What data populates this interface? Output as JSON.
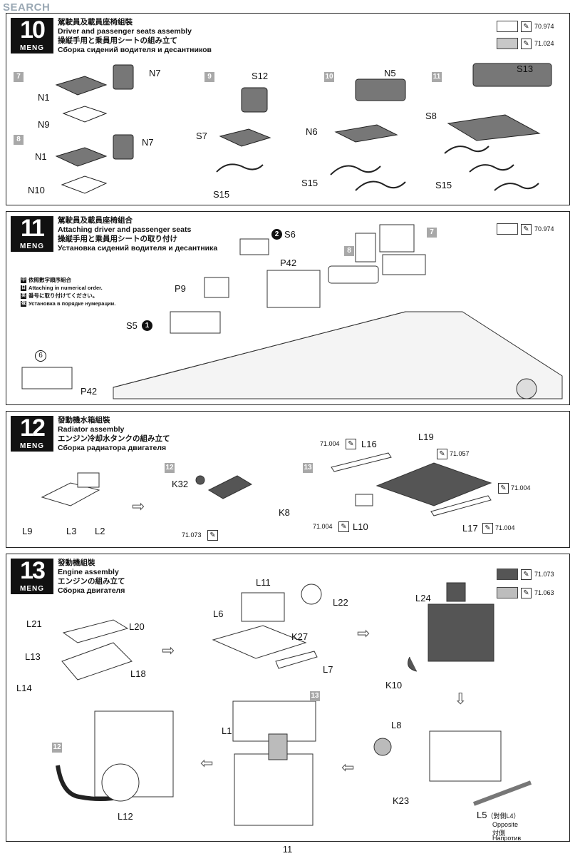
{
  "watermark": "SEARCH",
  "steps": [
    {
      "number": "10",
      "logo": "MENG",
      "title_cn": "駕駛員及載員座椅組裝",
      "title_en": "Driver and passenger seats assembly",
      "title_jp": "操縦手用と乗員用シートの組み立て",
      "title_ru": "Сборка сидений водителя и десантников",
      "paints": [
        {
          "code": "70.974",
          "swatch": "#ffffff"
        },
        {
          "code": "71.024",
          "swatch": "#c8c8c8"
        }
      ],
      "substeps": [
        "7",
        "8",
        "9",
        "10",
        "11"
      ],
      "labels": {
        "s7": [
          "N7",
          "N1",
          "N9"
        ],
        "s8": [
          "N7",
          "N1",
          "N10"
        ],
        "s9": [
          "S12",
          "S7",
          "S15"
        ],
        "s10": [
          "N5",
          "N6",
          "S15"
        ],
        "s11": [
          "S13",
          "S8",
          "S15"
        ]
      }
    },
    {
      "number": "11",
      "logo": "MENG",
      "title_cn": "駕駛員及載員座椅組合",
      "title_en": "Attaching driver and passenger seats",
      "title_jp": "操縦手用と乗員用シートの取り付け",
      "title_ru": "Установка сидений водителя и десантника",
      "paints": [
        {
          "code": "70.974",
          "swatch": "#ffffff"
        }
      ],
      "order_note": [
        {
          "key": "中",
          "text": "依照數字順序組合"
        },
        {
          "key": "日",
          "text": "Attaching in numerical order."
        },
        {
          "key": "英",
          "text": "番号に取り付けてください。"
        },
        {
          "key": "俄",
          "text": "Установка в порядке нумерации."
        }
      ],
      "labels": {
        "p9": "P9",
        "s5": "S5",
        "s6": "S6",
        "p42": "P42",
        "p42b": "P42",
        "sub8": "8",
        "sub7": "7"
      },
      "circles": {
        "s5": "1",
        "s6": "2",
        "p42box": "6"
      }
    },
    {
      "number": "12",
      "logo": "MENG",
      "title_cn": "發動機水箱組裝",
      "title_en": "Radiator assembly",
      "title_jp": "エンジン冷却水タンクの組み立て",
      "title_ru": "Сборка радиатора двигателя",
      "labels": {
        "l9": "L9",
        "l3": "L3",
        "l2": "L2",
        "k32": "K32",
        "k8": "K8",
        "l16": "L16",
        "l19": "L19",
        "l10": "L10",
        "l17": "L17"
      },
      "paint_codes": {
        "p1": "71.073",
        "p2": "71.004",
        "p3": "71.057",
        "p4": "71.004",
        "p5": "71.004",
        "p6": "71.004"
      },
      "substeps": [
        "12",
        "13"
      ]
    },
    {
      "number": "13",
      "logo": "MENG",
      "title_cn": "發動機組裝",
      "title_en": "Engine assembly",
      "title_jp": "エンジンの組み立て",
      "title_ru": "Сборка двигателя",
      "paints": [
        {
          "code": "71.073",
          "swatch": "#555555"
        },
        {
          "code": "71.063",
          "swatch": "#bdbdbd"
        }
      ],
      "labels": {
        "l21": "L21",
        "l20": "L20",
        "l13": "L13",
        "l18": "L18",
        "l14": "L14",
        "l11": "L11",
        "l22": "L22",
        "l6": "L6",
        "k27": "K27",
        "l7": "L7",
        "l24": "L24",
        "k10": "K10",
        "l8": "L8",
        "k23": "K23",
        "l1": "L1",
        "l12": "L12",
        "l5": "L5",
        "l5_cn": "（對側L4）",
        "l5_en": "Opposite",
        "l5_jp": "対側",
        "l5_ru": "Напротив"
      },
      "substeps": [
        "13",
        "12"
      ]
    }
  ],
  "page_number": "11"
}
